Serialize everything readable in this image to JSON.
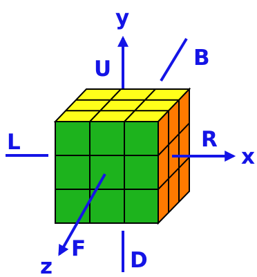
{
  "axes": {
    "x": "x",
    "y": "y",
    "z": "z"
  },
  "faces": {
    "up": "U",
    "down": "D",
    "left": "L",
    "right": "R",
    "front": "F",
    "back": "B"
  },
  "colors": {
    "front": "#1db31d",
    "top": "#ffff1a",
    "right": "#ff7a00",
    "arrow": "#1414e6",
    "label": "#1414e6",
    "grid": "#000000"
  }
}
